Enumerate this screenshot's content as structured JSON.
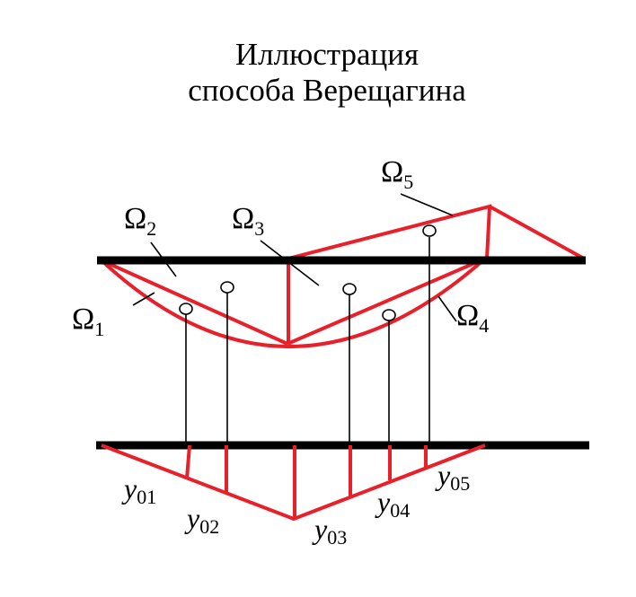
{
  "title": {
    "line1": "Иллюстрация",
    "line2": "способа Верещагина"
  },
  "areas": [
    {
      "symbol": "Ω",
      "index": "1"
    },
    {
      "symbol": "Ω",
      "index": "2"
    },
    {
      "symbol": "Ω",
      "index": "3"
    },
    {
      "symbol": "Ω",
      "index": "4"
    },
    {
      "symbol": "Ω",
      "index": "5"
    }
  ],
  "ordinates": [
    {
      "symbol": "y",
      "index": "01"
    },
    {
      "symbol": "y",
      "index": "02"
    },
    {
      "symbol": "y",
      "index": "03"
    },
    {
      "symbol": "y",
      "index": "04"
    },
    {
      "symbol": "y",
      "index": "05"
    }
  ],
  "colors": {
    "diagram": "#e8202a",
    "beam": "#000000",
    "leader": "#000000"
  }
}
